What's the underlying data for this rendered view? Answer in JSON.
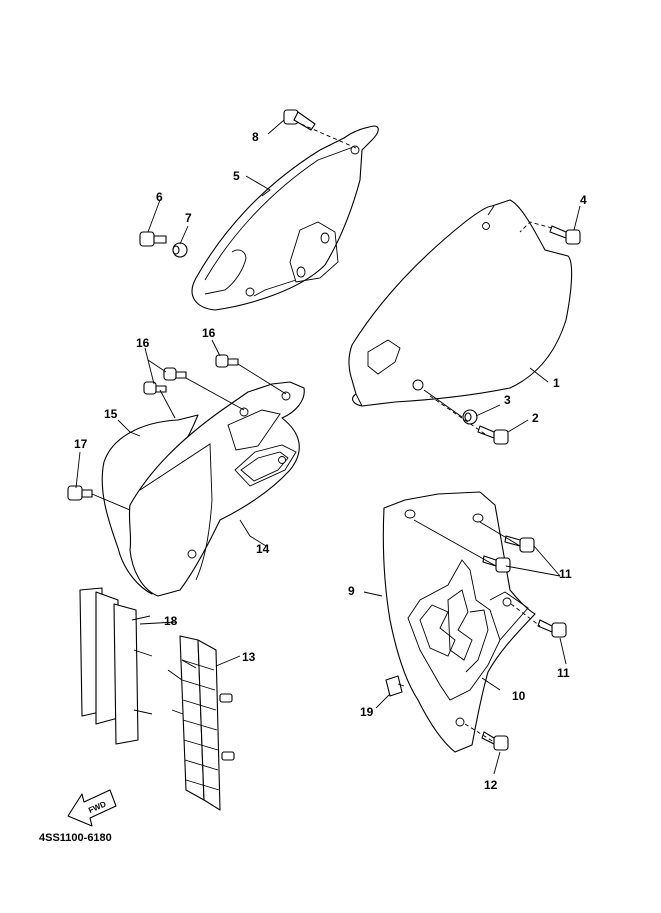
{
  "callouts": {
    "c1": "1",
    "c2": "2",
    "c3": "3",
    "c4": "4",
    "c5": "5",
    "c6": "6",
    "c7": "7",
    "c8": "8",
    "c9": "9",
    "c10": "10",
    "c11a": "11",
    "c11b": "11",
    "c12": "12",
    "c13": "13",
    "c14": "14",
    "c15": "15",
    "c16a": "16",
    "c16b": "16",
    "c17": "17",
    "c18": "18",
    "c19": "19"
  },
  "fwd_label": "FWD",
  "document_code": "4SS1100-6180",
  "colors": {
    "line": "#000000",
    "background": "#ffffff"
  }
}
